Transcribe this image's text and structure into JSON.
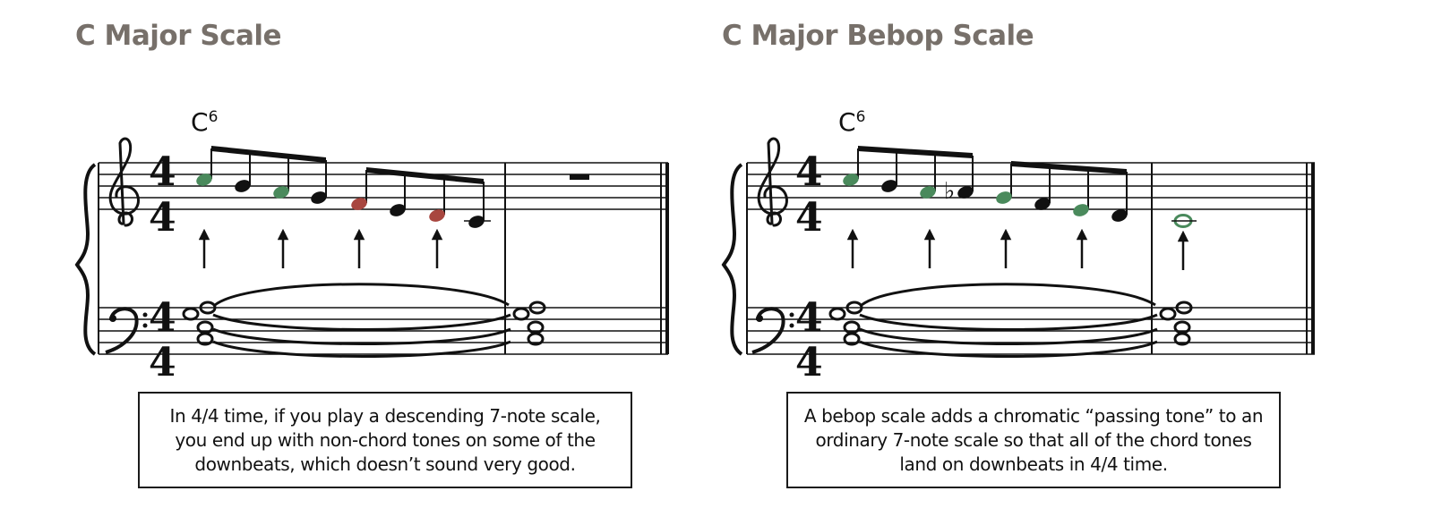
{
  "panels": [
    {
      "title": "C Major Scale",
      "chord_symbol": "C",
      "chord_extension": "6",
      "time_signature": {
        "top": "4",
        "bottom": "4"
      },
      "caption": "In 4/4 time, if you play a descending 7-note scale, you end up with non-chord tones on some of the downbeats, which doesn’t sound very good."
    },
    {
      "title": "C Major Bebop Scale",
      "chord_symbol": "C",
      "chord_extension": "6",
      "time_signature": {
        "top": "4",
        "bottom": "4"
      },
      "accidental": "♭",
      "caption": "A bebop scale adds a chromatic “passing tone” to an ordinary 7-note scale so that all of the chord tones land on downbeats in 4/4 time."
    }
  ],
  "colors": {
    "chord_tone": "#4a8a5c",
    "non_chord_tone": "#a8463f",
    "ink": "#111111",
    "title": "#77706a"
  },
  "icons": [
    "treble-clef-icon",
    "bass-clef-icon",
    "up-arrow-icon",
    "whole-rest-icon",
    "grand-staff-brace-icon"
  ]
}
